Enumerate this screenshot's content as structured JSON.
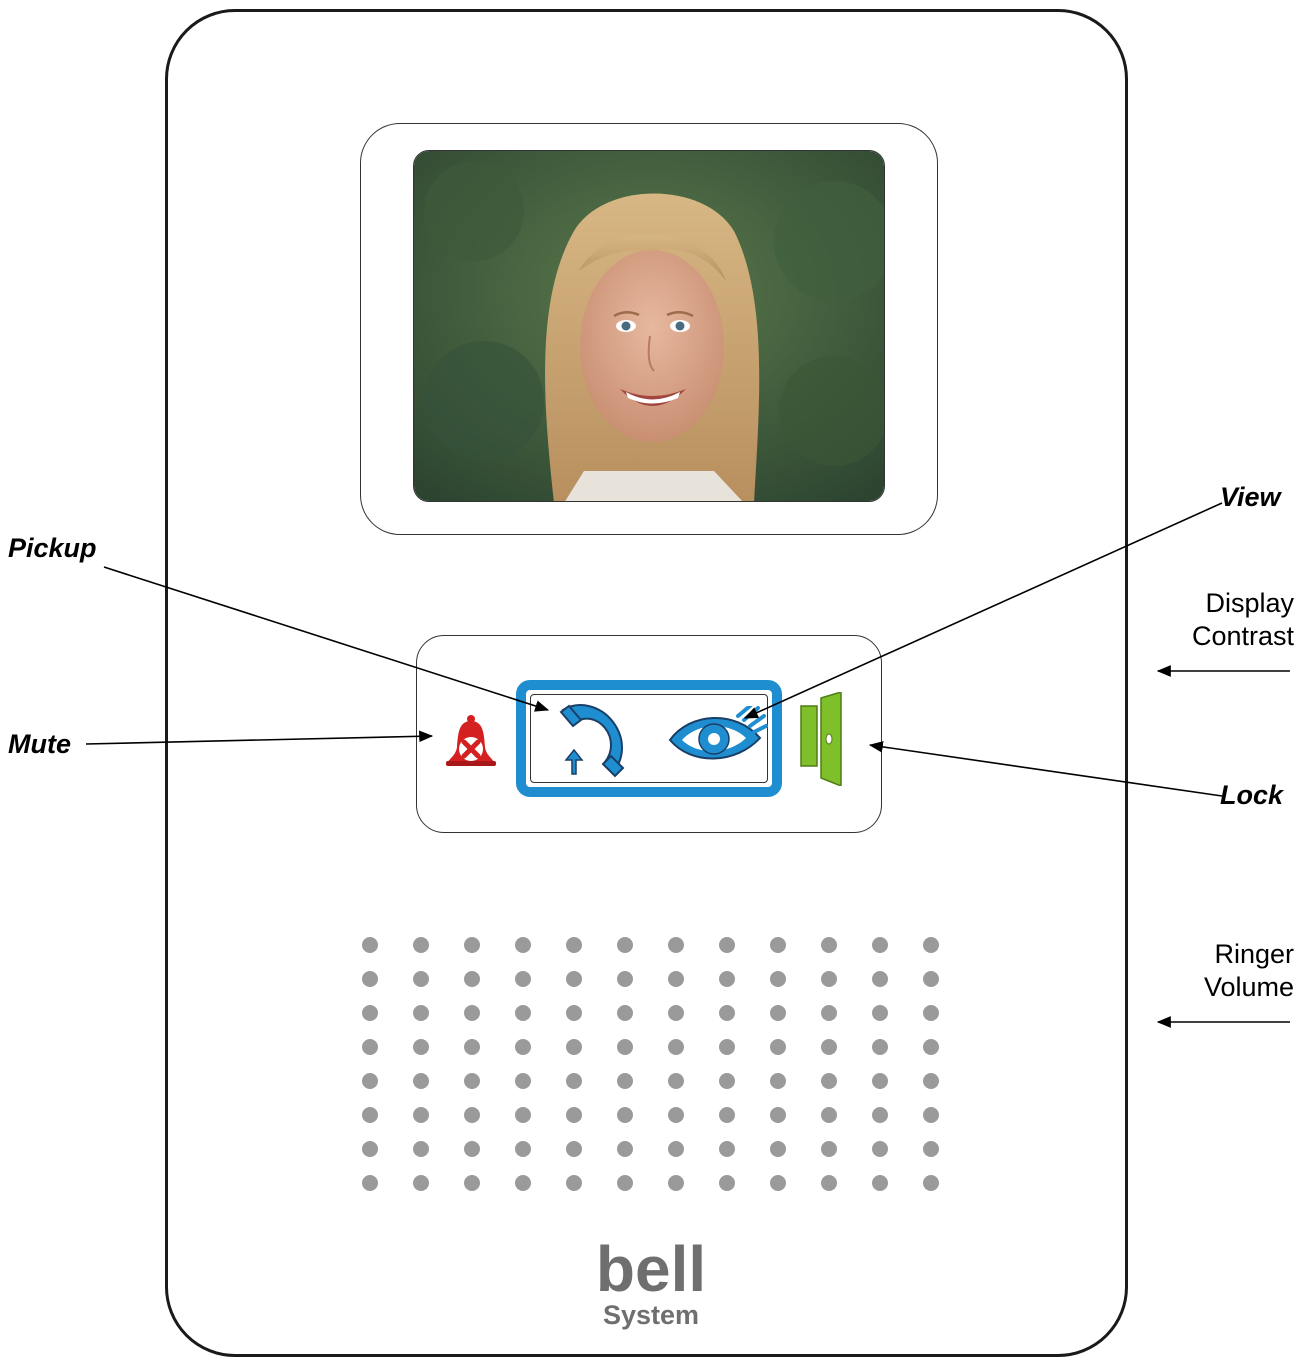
{
  "callouts": {
    "pickup": "Pickup",
    "mute": "Mute",
    "view": "View",
    "lock": "Lock"
  },
  "side_controls": {
    "display_contrast": [
      "Display",
      "Contrast"
    ],
    "ringer_volume": [
      "Ringer",
      "Volume"
    ]
  },
  "brand": {
    "name": "bell",
    "sub": "System"
  },
  "speaker": {
    "rows": 8,
    "cols": 12
  },
  "colors": {
    "panel_blue": "#1f8ed0",
    "mute_red": "#d42020",
    "lock_green": "#7fbf2a",
    "brand_gray": "#6f6f6f",
    "speaker_dot": "#9a9a9a"
  },
  "icons": {
    "mute": "bell-mute-icon",
    "pickup": "handset-pickup-icon",
    "view": "eye-view-icon",
    "lock": "door-lock-icon"
  }
}
